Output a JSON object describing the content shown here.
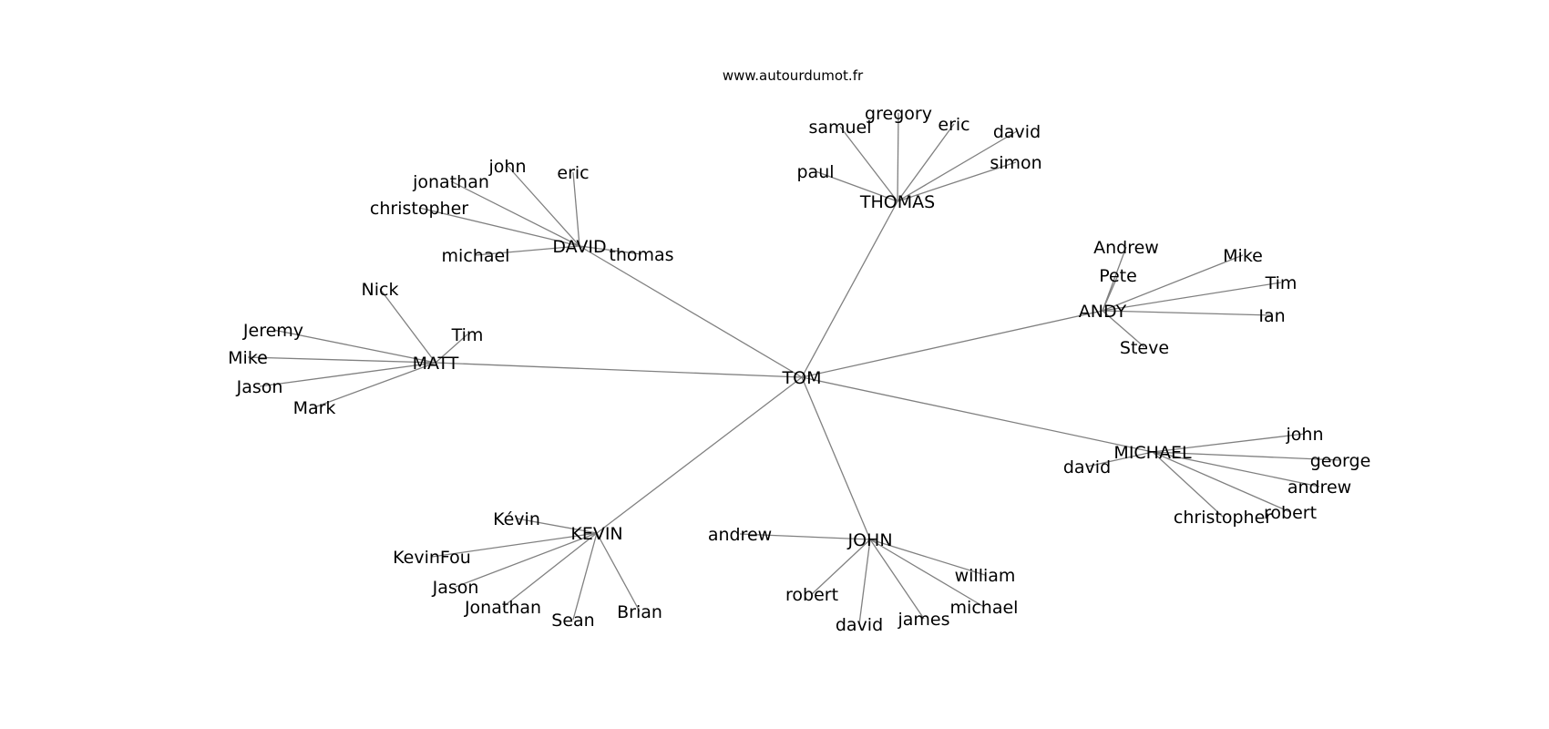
{
  "source": "www.autourdumot.fr",
  "style": {
    "edge_color": "#808080",
    "text_color": "#000000",
    "background": "#ffffff"
  },
  "graph": {
    "root": "TOM",
    "groups": [
      {
        "hub": "THOMAS",
        "leaves": [
          "paul",
          "samuel",
          "gregory",
          "eric",
          "david",
          "simon"
        ]
      },
      {
        "hub": "DAVID",
        "leaves": [
          "john",
          "eric",
          "jonathan",
          "christopher",
          "michael",
          "thomas"
        ]
      },
      {
        "hub": "ANDY",
        "leaves": [
          "Andrew",
          "Pete",
          "Mike",
          "Tim",
          "Ian",
          "Steve"
        ]
      },
      {
        "hub": "MATT",
        "leaves": [
          "Nick",
          "Jeremy",
          "Tim",
          "Mike",
          "Jason",
          "Mark"
        ]
      },
      {
        "hub": "MICHAEL",
        "leaves": [
          "john",
          "george",
          "andrew",
          "robert",
          "christopher",
          "david"
        ]
      },
      {
        "hub": "KEVIN",
        "leaves": [
          "Kévin",
          "KevinFou",
          "Jason",
          "Jonathan",
          "Sean",
          "Brian"
        ]
      },
      {
        "hub": "JOHN",
        "leaves": [
          "andrew",
          "robert",
          "david",
          "james",
          "michael",
          "william"
        ]
      }
    ]
  }
}
